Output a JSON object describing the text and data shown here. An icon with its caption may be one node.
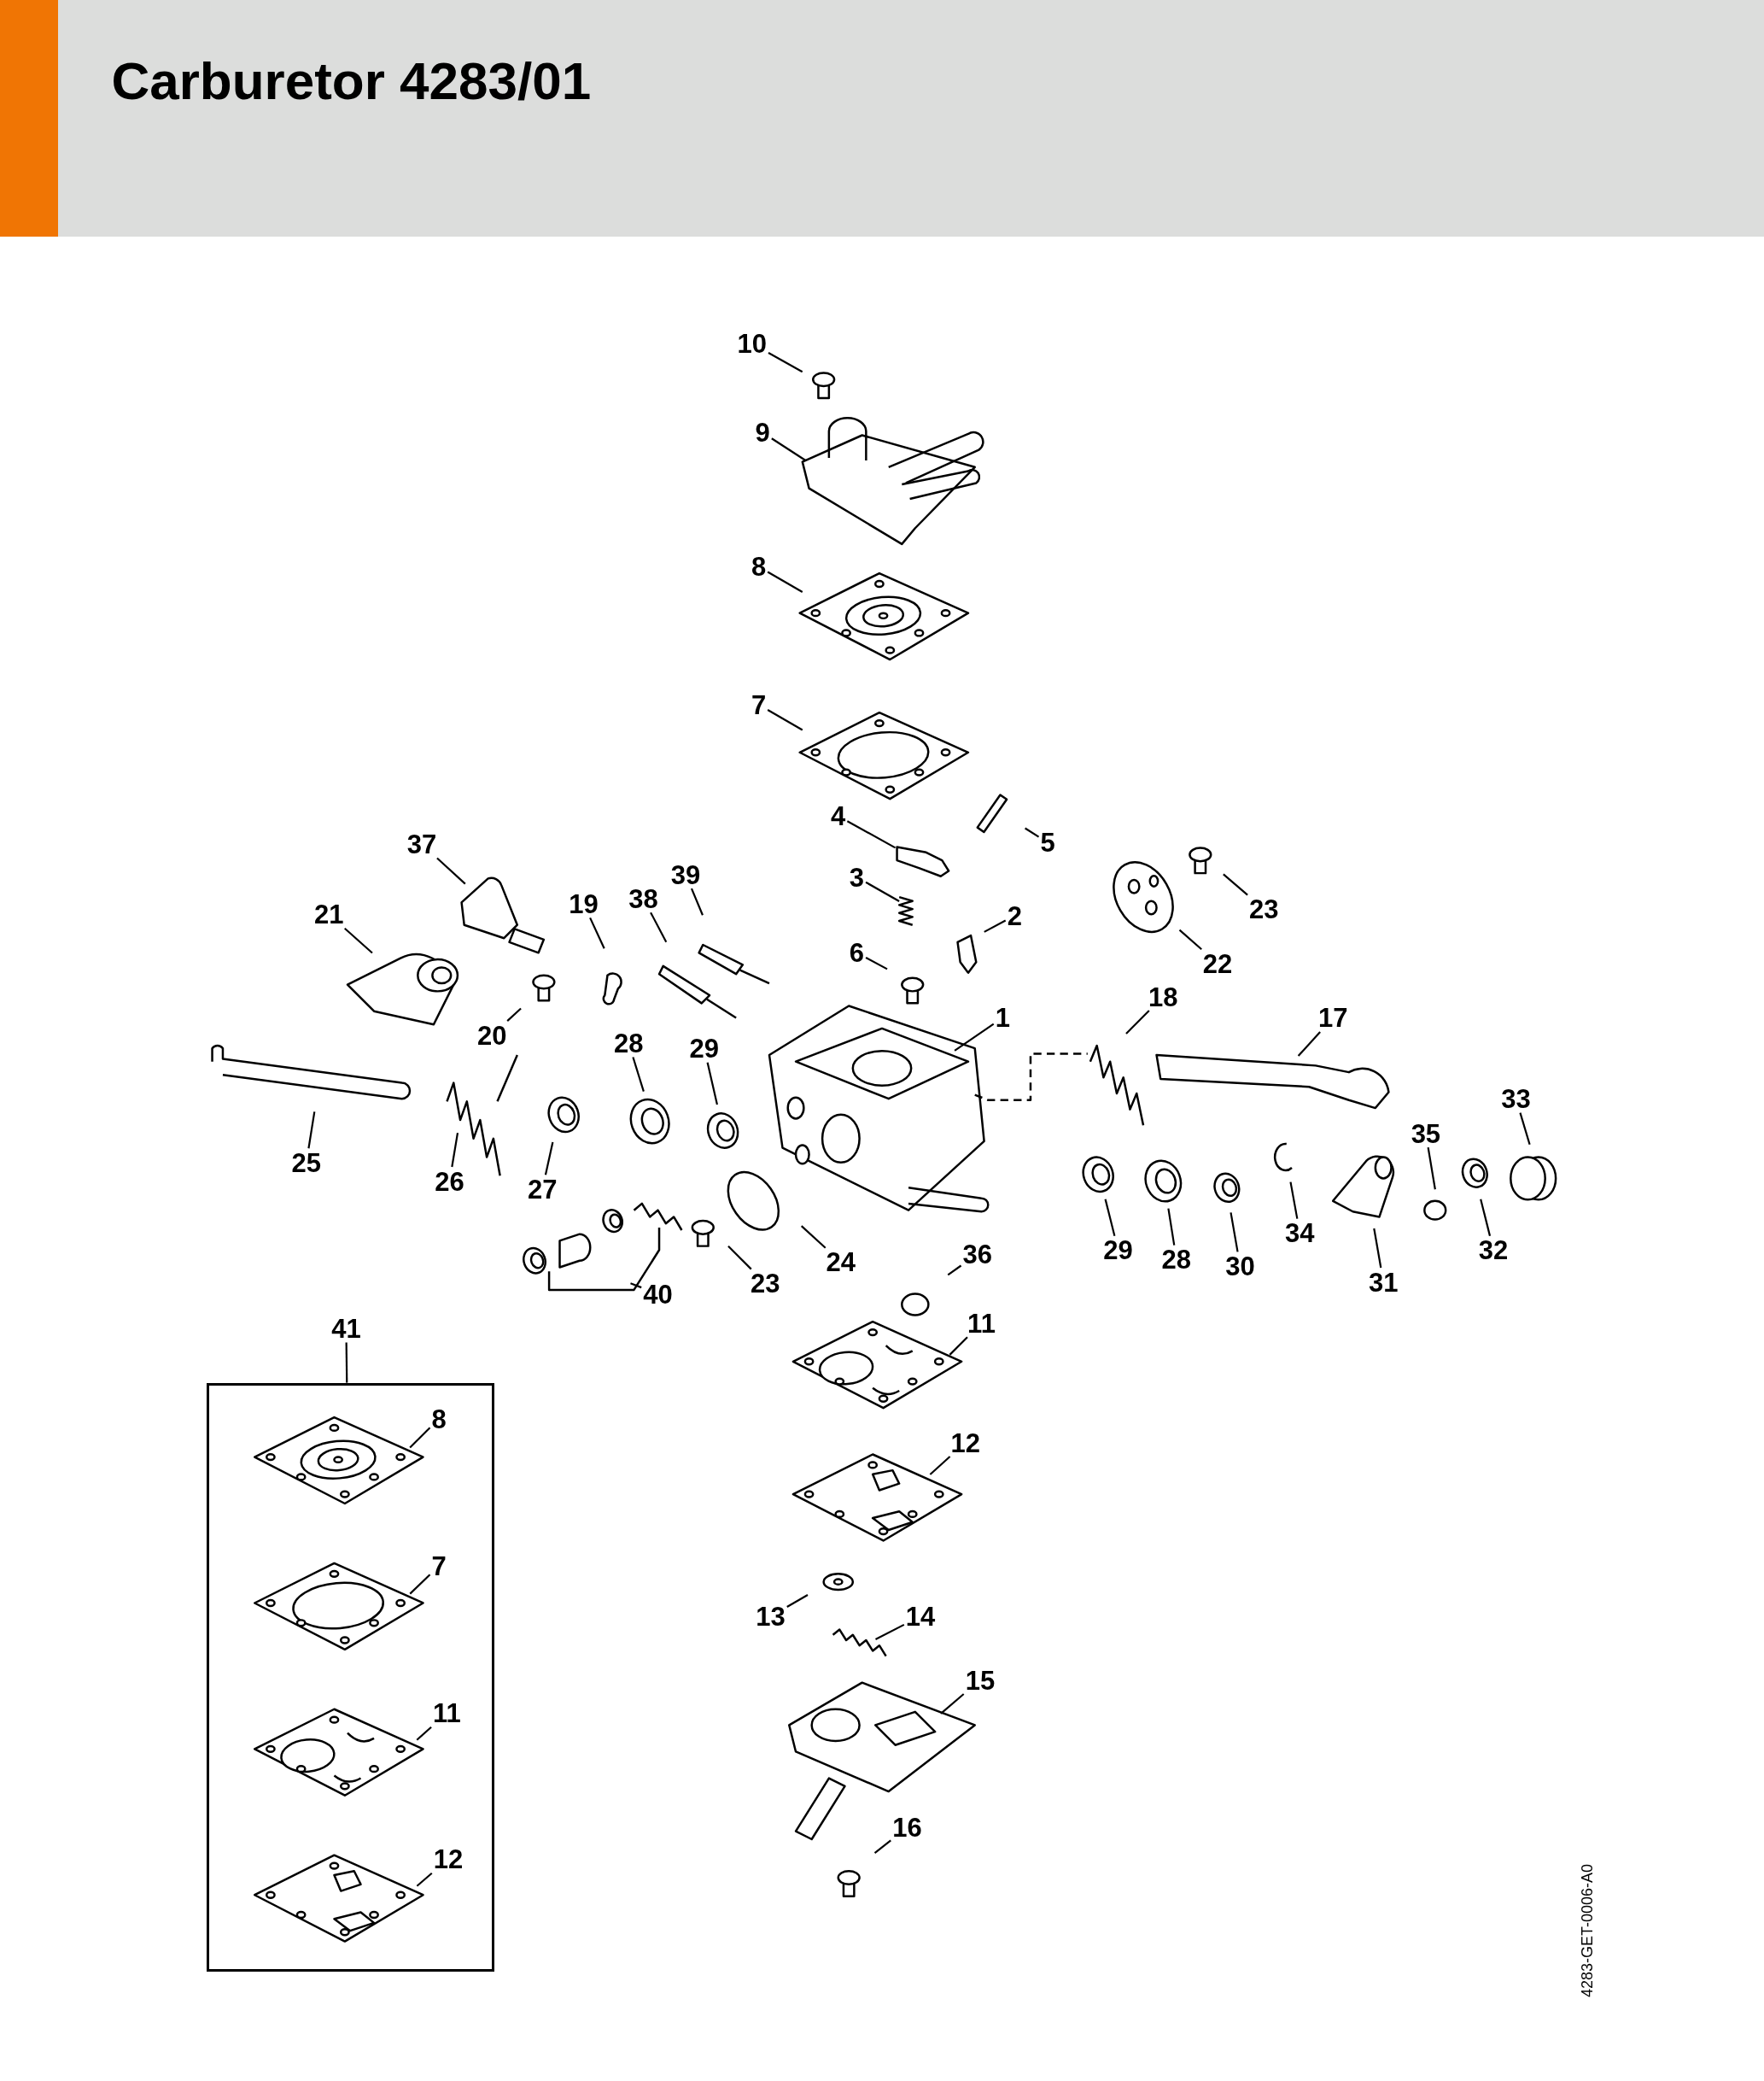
{
  "diagram": {
    "title": "Carburetor 4283/01",
    "nodes": [
      {
        "text": [
          "10"
        ]
      },
      {
        "text": [
          "9"
        ]
      },
      {
        "text": [
          "8"
        ]
      },
      {
        "text": [
          "7"
        ]
      },
      {
        "text": [
          "4"
        ]
      },
      {
        "text": [
          "5"
        ]
      },
      {
        "text": [
          "37"
        ]
      },
      {
        "text": [
          "3"
        ]
      },
      {
        "text": [
          "39"
        ]
      },
      {
        "text": [
          "23"
        ]
      },
      {
        "text": [
          "21"
        ]
      },
      {
        "text": [
          "19"
        ]
      },
      {
        "text": [
          "38"
        ]
      },
      {
        "text": [
          "2"
        ]
      },
      {
        "text": [
          "6"
        ]
      },
      {
        "text": [
          "22"
        ]
      },
      {
        "text": [
          "18"
        ]
      },
      {
        "text": [
          "1"
        ]
      },
      {
        "text": [
          "17"
        ]
      },
      {
        "text": [
          "20"
        ]
      },
      {
        "text": [
          "28"
        ]
      },
      {
        "text": [
          "29"
        ]
      },
      {
        "text": [
          "33"
        ]
      },
      {
        "text": [
          "35"
        ]
      },
      {
        "text": [
          "25"
        ]
      },
      {
        "text": [
          "26"
        ]
      },
      {
        "text": [
          "27"
        ]
      },
      {
        "text": [
          "34"
        ]
      },
      {
        "text": [
          "29"
        ]
      },
      {
        "text": [
          "23"
        ]
      },
      {
        "text": [
          "28"
        ]
      },
      {
        "text": [
          "32"
        ]
      },
      {
        "text": [
          "36"
        ]
      },
      {
        "text": [
          "24"
        ]
      },
      {
        "text": [
          "30"
        ]
      },
      {
        "text": [
          "31"
        ]
      },
      {
        "text": [
          "40"
        ]
      },
      {
        "text": [
          "11"
        ]
      },
      {
        "text": [
          "41"
        ]
      },
      {
        "text": [],
        "shape": "box"
      },
      {
        "text": [
          "8"
        ],
        "in": 39
      },
      {
        "text": [
          "12"
        ]
      },
      {
        "text": [
          "7"
        ],
        "in": 39
      },
      {
        "text": [
          "13"
        ]
      },
      {
        "text": [
          "14"
        ]
      },
      {
        "text": [
          "15"
        ]
      },
      {
        "text": [
          "11"
        ],
        "in": 39
      },
      {
        "text": [
          "16"
        ]
      },
      {
        "text": [
          "12"
        ],
        "in": 39
      },
      {
        "text": [],
        "shape": "picture"
      }
    ],
    "edges": [
      {
        "from": 0,
        "to": null,
        "arrow": "none"
      },
      {
        "from": 1,
        "to": null,
        "arrow": "none"
      },
      {
        "from": 2,
        "to": null,
        "arrow": "none"
      },
      {
        "from": 3,
        "to": null,
        "arrow": "none"
      },
      {
        "from": 4,
        "to": 49,
        "arrow": "none"
      },
      {
        "from": 5,
        "to": null,
        "arrow": "none"
      },
      {
        "from": 6,
        "to": null,
        "arrow": "none"
      },
      {
        "from": 7,
        "to": null,
        "arrow": "none"
      },
      {
        "from": 8,
        "to": null,
        "arrow": "none"
      },
      {
        "from": 9,
        "to": null,
        "arrow": "none"
      },
      {
        "from": 10,
        "to": null,
        "arrow": "none"
      },
      {
        "from": 11,
        "to": null,
        "arrow": "none"
      },
      {
        "from": 12,
        "to": null,
        "arrow": "none"
      },
      {
        "from": 13,
        "to": null,
        "arrow": "none"
      },
      {
        "from": 14,
        "to": null,
        "arrow": "none"
      },
      {
        "from": 15,
        "to": null,
        "arrow": "none"
      },
      {
        "from": 16,
        "to": null,
        "arrow": "none"
      },
      {
        "from": 17,
        "to": null,
        "arrow": "none"
      },
      {
        "from": 18,
        "to": null,
        "arrow": "none"
      },
      {
        "from": 19,
        "to": null,
        "arrow": "none"
      },
      {
        "from": 20,
        "to": null,
        "arrow": "none"
      },
      {
        "from": 21,
        "to": null,
        "arrow": "none"
      },
      {
        "from": 22,
        "to": null,
        "arrow": "none"
      },
      {
        "from": 23,
        "to": null,
        "arrow": "none"
      },
      {
        "from": 24,
        "to": null,
        "arrow": "none"
      },
      {
        "from": 25,
        "to": null,
        "arrow": "none"
      },
      {
        "from": 26,
        "to": null,
        "arrow": "none"
      },
      {
        "from": 27,
        "to": null,
        "arrow": "none"
      },
      {
        "from": 28,
        "to": null,
        "arrow": "none"
      },
      {
        "from": 29,
        "to": null,
        "arrow": "none"
      },
      {
        "from": 30,
        "to": null,
        "arrow": "none"
      },
      {
        "from": 31,
        "to": null,
        "arrow": "none"
      },
      {
        "from": 32,
        "to": null,
        "arrow": "none"
      },
      {
        "from": 33,
        "to": null,
        "arrow": "none"
      },
      {
        "from": 34,
        "to": null,
        "arrow": "none"
      },
      {
        "from": 35,
        "to": null,
        "arrow": "none"
      },
      {
        "from": 36,
        "to": null,
        "arrow": "none"
      },
      {
        "from": 37,
        "to": null,
        "arrow": "none"
      },
      {
        "from": 38,
        "to": 39,
        "arrow": "none"
      },
      {
        "from": 40,
        "to": null,
        "arrow": "none"
      },
      {
        "from": 41,
        "to": null,
        "arrow": "none"
      },
      {
        "from": 42,
        "to": null,
        "arrow": "none"
      },
      {
        "from": 43,
        "to": null,
        "arrow": "none"
      },
      {
        "from": 44,
        "to": null,
        "arrow": "none"
      },
      {
        "from": 45,
        "to": null,
        "arrow": "none"
      },
      {
        "from": 46,
        "to": null,
        "arrow": "none"
      },
      {
        "from": 47,
        "to": null,
        "arrow": "none"
      },
      {
        "from": 48,
        "to": null,
        "arrow": "none"
      }
    ],
    "labels": [
      "4283-GET-0006-A0"
    ]
  }
}
